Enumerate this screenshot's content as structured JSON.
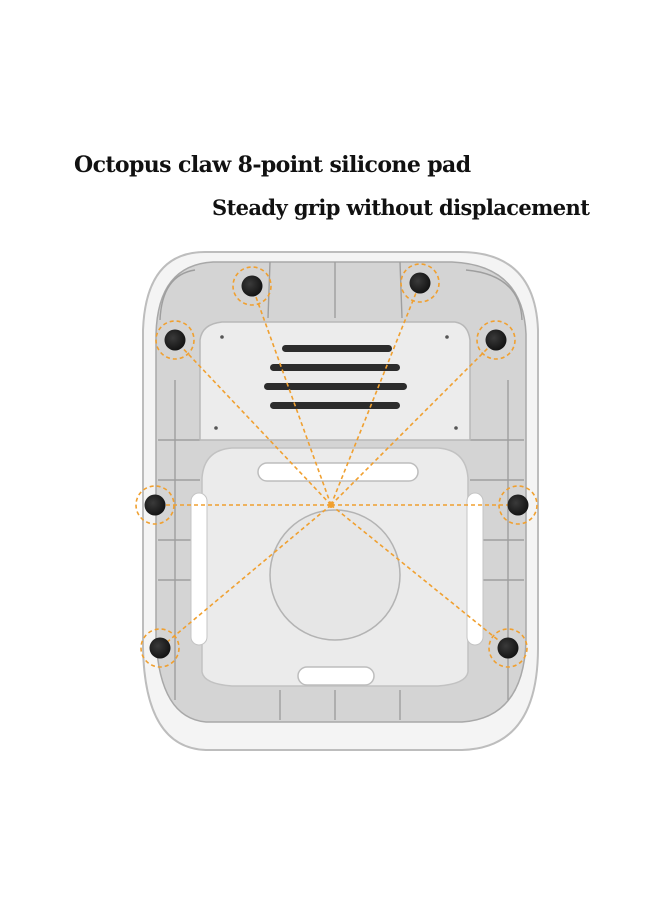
{
  "headline": "Octopus claw 8-point silicone pad",
  "subheadline": "Steady grip without displacement",
  "pad_count": 8,
  "colors": {
    "background": "#ffffff",
    "text": "#111111",
    "housing": "#f2f2f2",
    "housing_inner": "#cfcfcf",
    "pad": "#1a1a1a",
    "highlight": "#f0a030"
  }
}
